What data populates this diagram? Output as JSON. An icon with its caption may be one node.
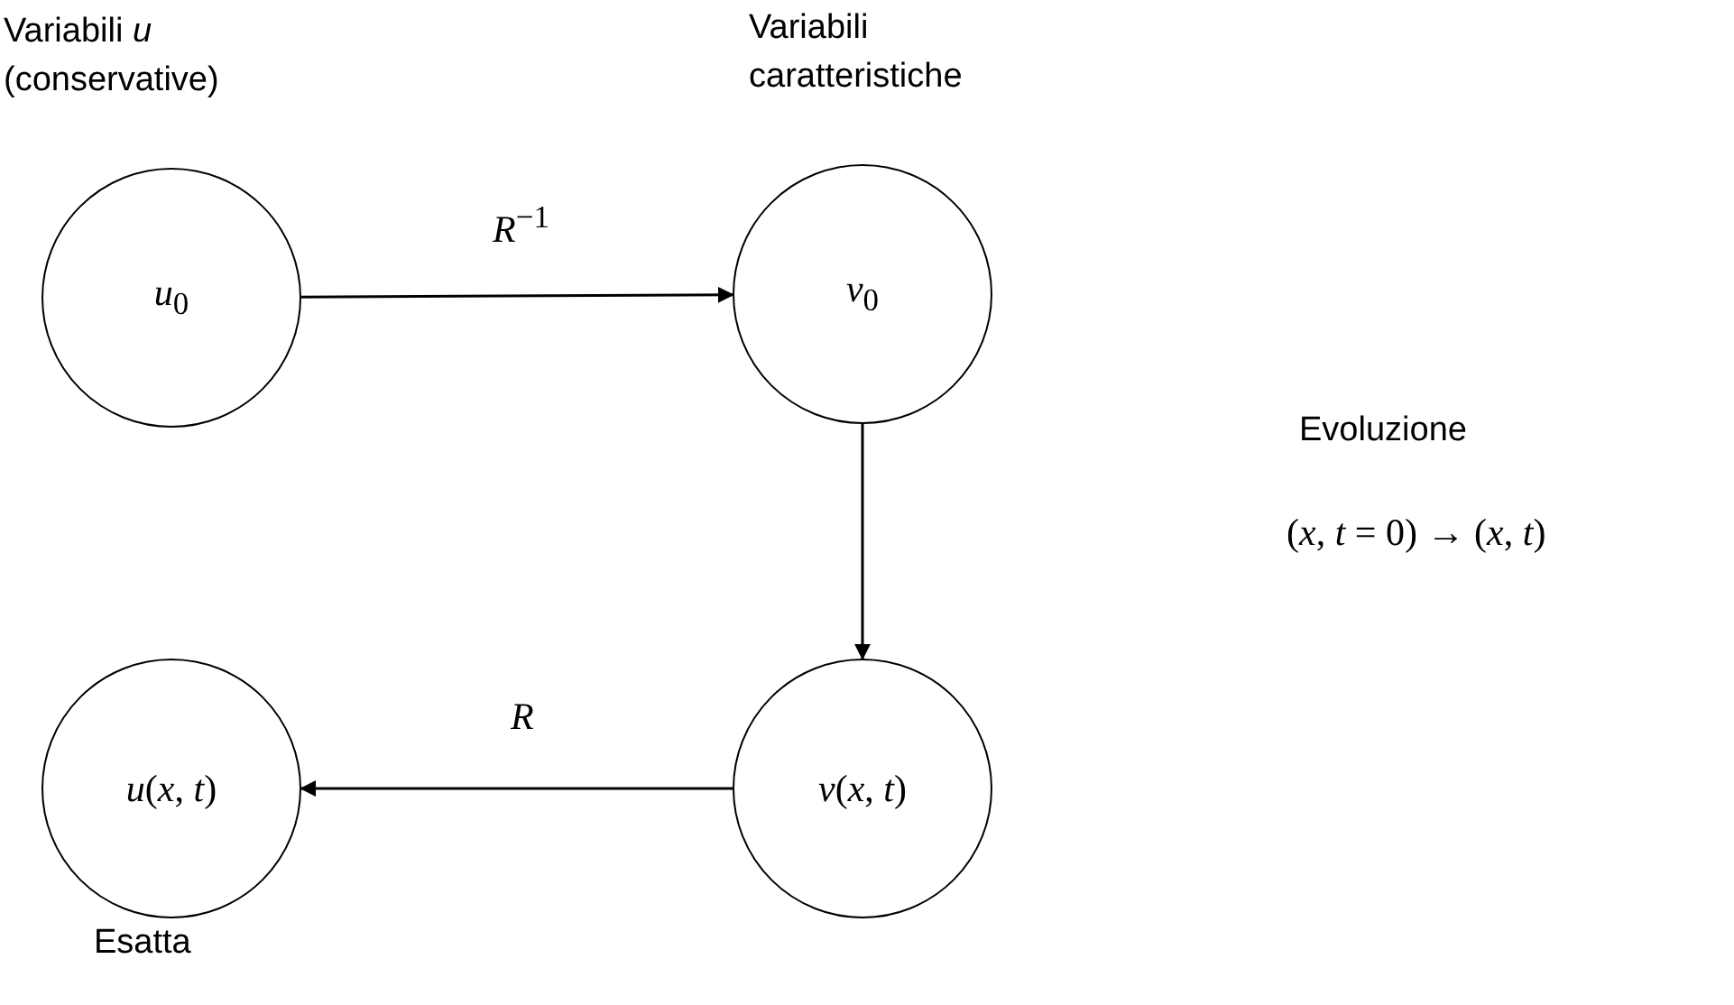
{
  "diagram": {
    "nodes": [
      {
        "text": [
          "Variabili *u* (conservative)",
          "*u*$_{0}$"
        ]
      },
      {
        "text": [
          "Variabili caratteristiche",
          "*v*$_{0}$"
        ]
      },
      {
        "text": [
          "*v*(*x*, *t*)"
        ]
      },
      {
        "text": [
          "*u*(*x*, *t*)"
        ],
        "beside": [
          "Esatta"
        ]
      }
    ],
    "edges": [
      {
        "from": 0,
        "to": 1,
        "arrow": "to",
        "label": "*R*$^{−1}$"
      },
      {
        "from": 1,
        "to": 2,
        "arrow": "to"
      },
      {
        "from": 2,
        "to": 3,
        "arrow": "to",
        "label": "*R*"
      }
    ],
    "labels": [
      "Evoluzione",
      "(*x*, *t* = 0) → (*x*, *t*)"
    ]
  }
}
